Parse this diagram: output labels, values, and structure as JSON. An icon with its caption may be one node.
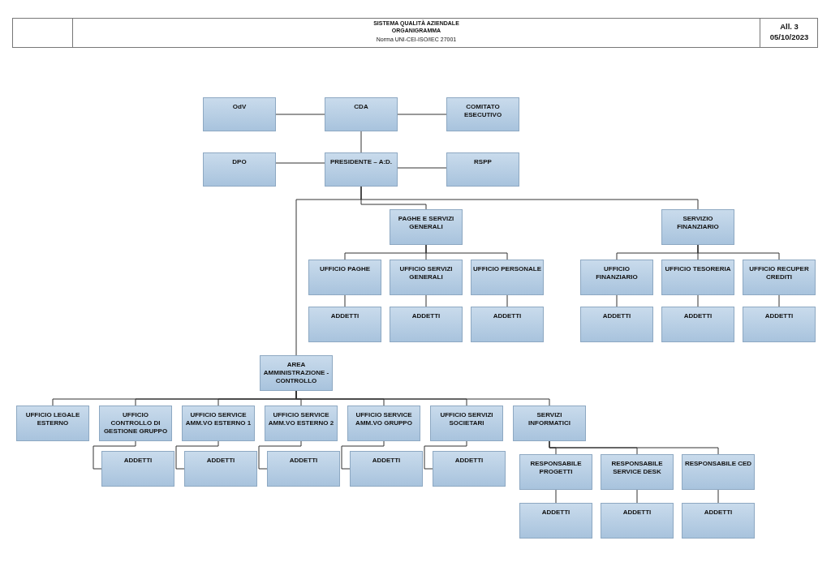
{
  "diagram": {
    "title": "SISTEMA QUALITÀ AZIENDALE",
    "nodes": [
      {
        "text": [
          "OdV"
        ]
      },
      {
        "text": [
          "CDA"
        ]
      },
      {
        "text": [
          "COMITATO ESECUTIVO"
        ]
      },
      {
        "text": [
          "DPO"
        ]
      },
      {
        "text": [
          "PRESIDENTE – A:D."
        ]
      },
      {
        "text": [
          "RSPP"
        ]
      },
      {
        "text": [
          "PAGHE E SERVIZI GENERALI"
        ]
      },
      {
        "text": [
          "SERVIZIO FINANZIARIO"
        ]
      },
      {
        "text": [
          "UFFICIO PAGHE"
        ]
      },
      {
        "text": [
          "UFFICIO SERVIZI GENERALI"
        ]
      },
      {
        "text": [
          "UFFICIO PERSONALE"
        ]
      },
      {
        "text": [
          "ADDETTI"
        ]
      },
      {
        "text": [
          "ADDETTI"
        ]
      },
      {
        "text": [
          "ADDETTI"
        ]
      },
      {
        "text": [
          "UFFICIO FINANZIARIO"
        ]
      },
      {
        "text": [
          "UFFICIO TESORERIA"
        ]
      },
      {
        "text": [
          "UFFICIO RECUPER CREDITI"
        ]
      },
      {
        "text": [
          "ADDETTI"
        ]
      },
      {
        "text": [
          "ADDETTI"
        ]
      },
      {
        "text": [
          "ADDETTI"
        ]
      },
      {
        "text": [
          "AREA AMMINISTRAZIONE - CONTROLLO"
        ]
      },
      {
        "text": [
          "UFFICIO LEGALE ESTERNO"
        ]
      },
      {
        "text": [
          "UFFICIO CONTROLLO DI GESTIONE GRUPPO"
        ]
      },
      {
        "text": [
          "UFFICIO SERVICE AMM.VO ESTERNO 1"
        ]
      },
      {
        "text": [
          "UFFICIO SERVICE AMM.VO ESTERNO 2"
        ]
      },
      {
        "text": [
          "UFFICIO SERVICE AMM.VO GRUPPO"
        ]
      },
      {
        "text": [
          "UFFICIO SERVIZI SOCIETARI"
        ]
      },
      {
        "text": [
          "SERVIZI INFORMATICI"
        ]
      },
      {
        "text": [
          "ADDETTI"
        ]
      },
      {
        "text": [
          "ADDETTI"
        ]
      },
      {
        "text": [
          "ADDETTI"
        ]
      },
      {
        "text": [
          "ADDETTI"
        ]
      },
      {
        "text": [
          "ADDETTI"
        ]
      },
      {
        "text": [
          "RESPONSABILE PROGETTI"
        ]
      },
      {
        "text": [
          "RESPONSABILE SERVICE DESK"
        ]
      },
      {
        "text": [
          "RESPONSABILE CED"
        ]
      },
      {
        "text": [
          "ADDETTI"
        ]
      },
      {
        "text": [
          "ADDETTI"
        ]
      },
      {
        "text": [
          "ADDETTI"
        ]
      }
    ],
    "edges": [
      {
        "from": 0,
        "to": 1,
        "arrow": "none"
      },
      {
        "from": 1,
        "to": 2,
        "arrow": "none"
      },
      {
        "from": 1,
        "to": 4,
        "arrow": "none"
      },
      {
        "from": 3,
        "to": 4,
        "arrow": "none"
      },
      {
        "from": 4,
        "to": 5,
        "arrow": "none"
      },
      {
        "from": 4,
        "to": 6,
        "arrow": "none"
      },
      {
        "from": 4,
        "to": 7,
        "arrow": "none"
      },
      {
        "from": 4,
        "to": 20,
        "arrow": "none"
      },
      {
        "from": 6,
        "to": 8,
        "arrow": "none"
      },
      {
        "from": 6,
        "to": 9,
        "arrow": "none"
      },
      {
        "from": 6,
        "to": 10,
        "arrow": "none"
      },
      {
        "from": 8,
        "to": 11,
        "arrow": "none"
      },
      {
        "from": 9,
        "to": 12,
        "arrow": "none"
      },
      {
        "from": 10,
        "to": 13,
        "arrow": "none"
      },
      {
        "from": 7,
        "to": 14,
        "arrow": "none"
      },
      {
        "from": 7,
        "to": 15,
        "arrow": "none"
      },
      {
        "from": 7,
        "to": 16,
        "arrow": "none"
      },
      {
        "from": 14,
        "to": 17,
        "arrow": "none"
      },
      {
        "from": 15,
        "to": 18,
        "arrow": "none"
      },
      {
        "from": 16,
        "to": 19,
        "arrow": "none"
      },
      {
        "from": 20,
        "to": 21,
        "arrow": "none"
      },
      {
        "from": 20,
        "to": 22,
        "arrow": "none"
      },
      {
        "from": 20,
        "to": 23,
        "arrow": "none"
      },
      {
        "from": 20,
        "to": 24,
        "arrow": "none"
      },
      {
        "from": 20,
        "to": 25,
        "arrow": "none"
      },
      {
        "from": 20,
        "to": 26,
        "arrow": "none"
      },
      {
        "from": 20,
        "to": 27,
        "arrow": "none"
      },
      {
        "from": 22,
        "to": 28,
        "arrow": "none"
      },
      {
        "from": 23,
        "to": 29,
        "arrow": "none"
      },
      {
        "from": 24,
        "to": 30,
        "arrow": "none"
      },
      {
        "from": 25,
        "to": 31,
        "arrow": "none"
      },
      {
        "from": 26,
        "to": 32,
        "arrow": "none"
      },
      {
        "from": 27,
        "to": 33,
        "arrow": "none"
      },
      {
        "from": 27,
        "to": 34,
        "arrow": "none"
      },
      {
        "from": 27,
        "to": 35,
        "arrow": "none"
      },
      {
        "from": 33,
        "to": 36,
        "arrow": "none"
      },
      {
        "from": 34,
        "to": 37,
        "arrow": "none"
      },
      {
        "from": 35,
        "to": 38,
        "arrow": "none"
      }
    ],
    "labels": [
      "ORGANIGRAMMA",
      "Norma UNI-CEI-ISO/IEC 27001",
      "All. 3",
      "05/10/2023"
    ]
  }
}
